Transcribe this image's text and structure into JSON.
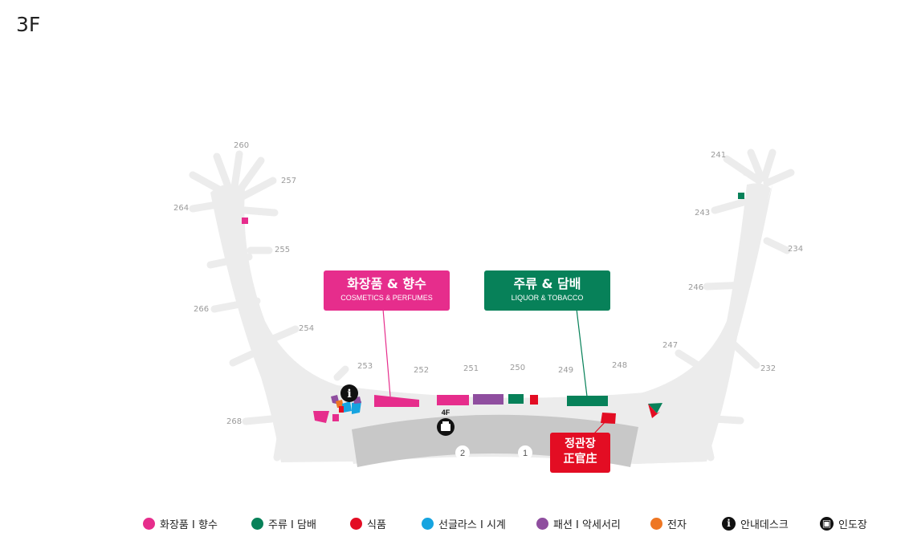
{
  "floor": "3F",
  "colors": {
    "cosmetics": "#e62d8c",
    "liquor": "#078159",
    "food": "#e30d23",
    "sunglasses": "#16a4e0",
    "fashion": "#8f4e9f",
    "electronics": "#ee7623",
    "terminal": "#ececec",
    "concourse": "#c8c8c8"
  },
  "gates": [
    "260",
    "257",
    "264",
    "255",
    "266",
    "254",
    "268",
    "253",
    "252",
    "251",
    "250",
    "249",
    "248",
    "247",
    "246",
    "234",
    "243",
    "241",
    "232"
  ],
  "gate_markers": [
    "2",
    "1"
  ],
  "callouts": {
    "cosmetics": {
      "ko": "화장품 & 향수",
      "en": "COSMETICS & PERFUMES"
    },
    "liquor": {
      "ko": "주류 & 담배",
      "en": "LIQUOR & TOBACCO"
    },
    "ginseng": {
      "ko": "정관장",
      "ko2": "正官庄"
    }
  },
  "map_icons": {
    "info_glyph": "i",
    "pickup_level": "4F"
  },
  "legend": [
    {
      "label": "화장품 I 향수",
      "color": "#e62d8c"
    },
    {
      "label": "주류 I 담배",
      "color": "#078159"
    },
    {
      "label": "식품",
      "color": "#e30d23"
    },
    {
      "label": "선글라스 I 시계",
      "color": "#16a4e0"
    },
    {
      "label": "패션 I 악세서리",
      "color": "#8f4e9f"
    },
    {
      "label": "전자",
      "color": "#ee7623"
    },
    {
      "label": "안내데스크",
      "icon": "info-icon"
    },
    {
      "label": "인도장",
      "icon": "pickup-icon"
    }
  ]
}
